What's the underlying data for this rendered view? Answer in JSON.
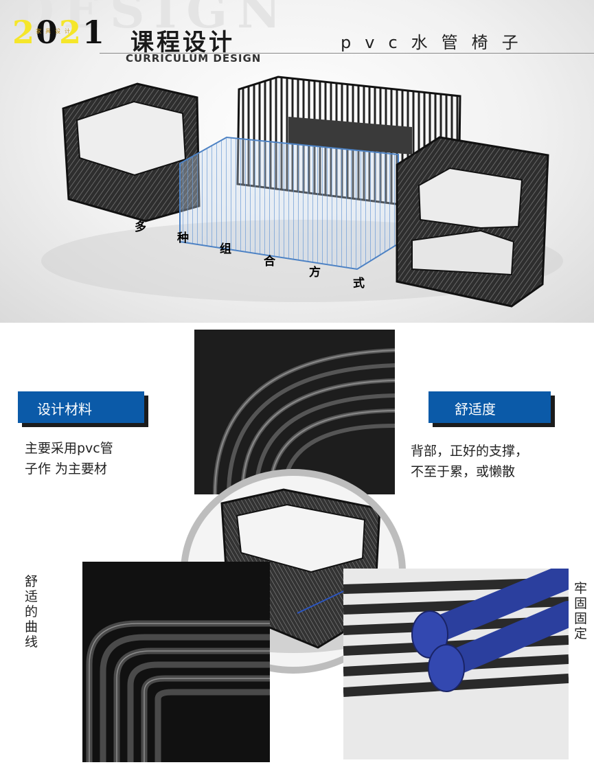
{
  "header": {
    "bg_word": "DESIGN",
    "year_digits": [
      "2",
      "0",
      "2",
      "1"
    ],
    "year_sub": "家具设计",
    "course_title": "课程设计",
    "course_subtitle": "CURRICULUM DESIGN",
    "product_title": "pvc水管椅子"
  },
  "hero": {
    "combo_caption": [
      "多",
      "种",
      "组",
      "合",
      "方",
      "式"
    ]
  },
  "sections": {
    "material": {
      "heading": "设计材料",
      "body_line1": "主要采用pvc管",
      "body_line2": "子作  为主要材"
    },
    "comfort": {
      "heading": "舒适度",
      "body_line1": "背部，正好的支撑，",
      "body_line2": "不至于累，或懒散"
    },
    "curve": {
      "vertical_text": [
        "舒",
        "适",
        "的",
        "曲",
        "线"
      ]
    },
    "fixing": {
      "vertical_text": [
        "牢",
        "固",
        "固",
        "定"
      ]
    }
  },
  "colors": {
    "accent_blue": "#0b5aa8",
    "year_yellow": "#f5e62a",
    "rod_blue": "#2b3f9e"
  }
}
